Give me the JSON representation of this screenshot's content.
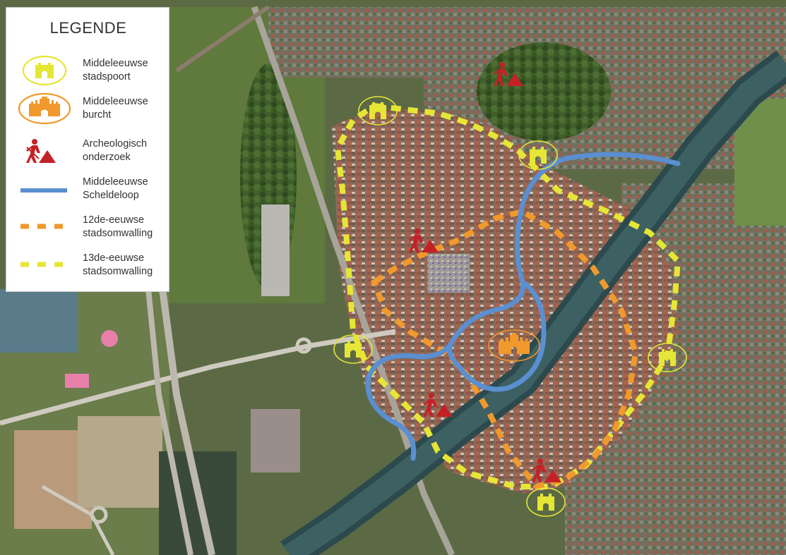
{
  "legend": {
    "title": "LEGENDE",
    "items": [
      {
        "id": "city-gate",
        "line1": "Middeleeuwse",
        "line2": "stadspoort",
        "icon": "gate-icon",
        "color": "#e5e635"
      },
      {
        "id": "castle",
        "line1": "Middeleeuwse",
        "line2": "burcht",
        "icon": "castle-icon",
        "color": "#f0992c"
      },
      {
        "id": "archaeology",
        "line1": "Archeologisch",
        "line2": "onderzoek",
        "icon": "excavation-icon",
        "color": "#c42127"
      },
      {
        "id": "scheldt",
        "line1": "Middeleeuwse",
        "line2": "Scheldeloop",
        "icon": "river-line",
        "color": "#5a8fd0"
      },
      {
        "id": "wall-12",
        "line1": "12de-eeuwse",
        "line2": "stadsomwalling",
        "icon": "dashed-line-orange",
        "color": "#f0992c"
      },
      {
        "id": "wall-13",
        "line1": "13de-eeuwse",
        "line2": "stadsomwalling",
        "icon": "dashed-line-yellow",
        "color": "#e5e635"
      }
    ]
  },
  "map": {
    "type": "aerial-photo",
    "features": {
      "city_gates": 5,
      "castles": 1,
      "archaeological_sites": 4
    }
  }
}
